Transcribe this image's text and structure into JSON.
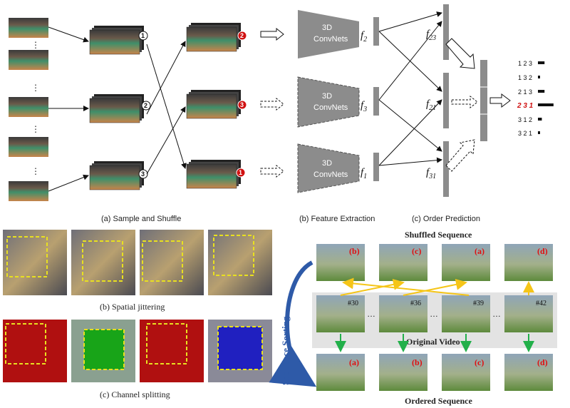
{
  "panel_a": {
    "caption": "(a) Sample and Shuffle",
    "badges": [
      "1",
      "2",
      "3",
      "2",
      "3",
      "1"
    ]
  },
  "panel_b": {
    "caption": "(b) Feature Extraction",
    "conv_label_1": "3D",
    "conv_label_2": "ConvNets",
    "features": [
      {
        "base": "f",
        "sub": "2"
      },
      {
        "base": "f",
        "sub": "3"
      },
      {
        "base": "f",
        "sub": "1"
      }
    ]
  },
  "panel_c": {
    "caption": "(c) Order Prediction",
    "pair_features": [
      {
        "base": "f",
        "sub": "23"
      },
      {
        "base": "f",
        "sub": "21"
      },
      {
        "base": "f",
        "sub": "31"
      }
    ],
    "orders": [
      {
        "label": "1 2 3",
        "score": 0.22,
        "highlight": false
      },
      {
        "label": "1 3 2",
        "score": 0.07,
        "highlight": false
      },
      {
        "label": "2 1 3",
        "score": 0.22,
        "highlight": false
      },
      {
        "label": "2 3 1",
        "score": 0.52,
        "highlight": true
      },
      {
        "label": "3 1 2",
        "score": 0.13,
        "highlight": false
      },
      {
        "label": "3 2 1",
        "score": 0.07,
        "highlight": false
      }
    ]
  },
  "spatial": {
    "caption": "(b) Spatial jittering"
  },
  "channel": {
    "caption": "(c) Channel splitting",
    "colors": [
      "#b01010",
      "#18a418",
      "#b01010",
      "#2020c0"
    ]
  },
  "sorting": {
    "shuffled_title": "Shuffled Sequence",
    "original_title": "Original Video",
    "ordered_title": "Ordered Sequence",
    "side_label": "Sequence Sorting",
    "shuffled_letters": [
      "(b)",
      "(c)",
      "(a)",
      "(d)"
    ],
    "frame_numbers": [
      "#30",
      "#36",
      "#39",
      "#42"
    ],
    "ordered_letters": [
      "(a)",
      "(b)",
      "(c)",
      "(d)"
    ],
    "ellipsis": "…"
  },
  "colors": {
    "conv_gray": "#8c8c8c",
    "arrow_yellow": "#f5c518",
    "arrow_green": "#22b04a",
    "sort_blue": "#2e5aa8",
    "highlight_red": "#d01010",
    "jitter_dash": "#e8e020"
  }
}
